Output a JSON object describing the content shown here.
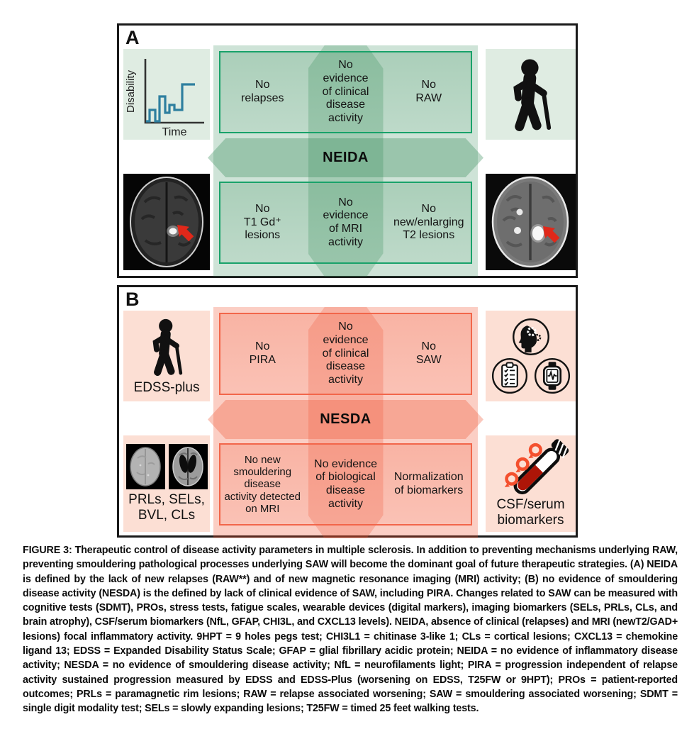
{
  "colors": {
    "panel_a_border": "#19a26a",
    "panel_a_fill": "#cfe3d2",
    "panel_b_border": "#f2664a",
    "panel_b_fill": "#fbcdbb",
    "chart_line": "#2e7f9f",
    "mri_arrow": "#e0281a",
    "test_tube_liquid": "#ad1507",
    "test_tube_pins": "#f4502e",
    "icon_black": "#111111"
  },
  "panel_a": {
    "label": "A",
    "chart": {
      "ylabel": "Disability",
      "xlabel": "Time"
    },
    "top": [
      "No\nrelapses",
      "No\nevidence\nof clinical\ndisease\nactivity",
      "No\nRAW"
    ],
    "arrow_label": "NEIDA",
    "bottom": [
      "No\nT1 Gd⁺\nlesions",
      "No\nevidence\nof MRI\nactivity",
      "No\nnew/enlarging\nT2 lesions"
    ],
    "icons": {
      "right_top": "person-with-cane",
      "left_bottom": "axial-t1-gd-mri-with-lesion-arrow",
      "right_bottom": "axial-flair-mri-with-lesions-arrow"
    }
  },
  "panel_b": {
    "label": "B",
    "left_top_caption": "EDSS-plus",
    "top": [
      "No\nPIRA",
      "No\nevidence\nof clinical\ndisease\nactivity",
      "No\nSAW"
    ],
    "arrow_label": "NESDA",
    "bottom": [
      "No new\nsmouldering\ndisease\nactivity detected\non MRI",
      "No evidence\nof biological\ndisease\nactivity",
      "Normalization\nof biomarkers"
    ],
    "left_bottom_caption": "PRLs, SELs,\nBVL, CLs",
    "right_bottom_caption": "CSF/serum\nbiomarkers",
    "icons": {
      "left_top": "person-with-cane",
      "right_top": [
        "head-with-gears",
        "checklist-clipboard",
        "smartwatch"
      ],
      "left_bottom": [
        "swi-mri-thumbnail",
        "atrophy-mri-thumbnail"
      ],
      "right_bottom": "blood-test-tube"
    }
  },
  "caption": {
    "text": "FIGURE 3: Therapeutic control of disease activity parameters in multiple sclerosis. In addition to preventing mechanisms underlying RAW, preventing smouldering pathological processes underlying SAW will become the dominant goal of future therapeutic strategies. (A) NEIDA is defined by the lack of new relapses (RAW**) and of new magnetic resonance imaging (MRI) activity; (B) no evidence of smouldering disease activity (NESDA) is the defined by lack of clinical evidence of SAW, including PIRA. Changes related to SAW can be measured with cognitive tests (SDMT), PROs, stress tests, fatigue scales, wearable devices (digital markers), imaging biomarkers (SELs, PRLs, CLs, and brain atrophy), CSF/serum biomarkers (NfL, GFAP, CHI3L, and CXCL13 levels). NEIDA, absence of clinical (relapses) and MRI (newT2/GAD+ lesions) focal inflammatory activity. 9HPT = 9 holes pegs test; CHI3L1 = chitinase 3-like 1; CLs = cortical lesions; CXCL13 = chemokine ligand 13; EDSS = Expanded Disability Status Scale; GFAP = glial fibrillary acidic protein; NEIDA = no evidence of inflammatory disease activity; NESDA = no evidence of smouldering disease activity; NfL = neurofilaments light; PIRA = progression independent of relapse activity sustained progression measured by EDSS and EDSS-Plus (worsening on EDSS, T25FW or 9HPT); PROs = patient-reported outcomes; PRLs = paramagnetic rim lesions; RAW = relapse associated worsening; SAW = smouldering associated worsening; SDMT = single digit modality test; SELs = slowly expanding lesions; T25FW = timed 25 feet walking tests."
  }
}
